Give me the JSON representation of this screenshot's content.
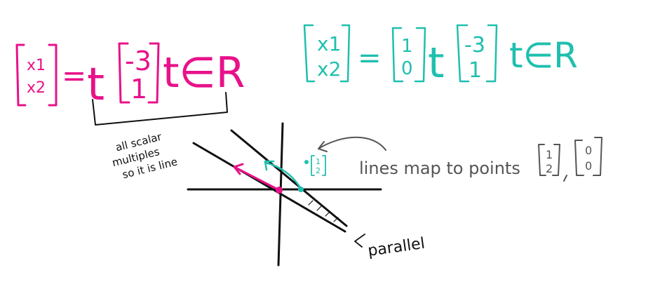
{
  "colors": {
    "pink": "#e8118a",
    "teal": "#1fbfae",
    "black": "#111111",
    "gray": "#555555",
    "background": "#ffffff"
  },
  "pink_equation": {
    "x1": "x1",
    "x2": "x2",
    "equals": "=",
    "t": "t",
    "v_top": "-3",
    "v_bottom": "1",
    "tail": "t∈R"
  },
  "teal_equation": {
    "x1": "x1",
    "x2": "x2",
    "equals": "=",
    "p_top": "1",
    "p_bottom": "0",
    "t": "t",
    "v_top": "-3",
    "v_bottom": "1",
    "tail": "t∈R"
  },
  "notes": {
    "scalar_line1": "all scalar",
    "scalar_line2": "multiples",
    "scalar_line3": "so it is line",
    "map_text": "lines map to points",
    "point_a_top": "1",
    "point_a_bottom": "2",
    "point_b_top": "0",
    "point_b_bottom": "0",
    "parallel_label": "parallel",
    "dot_label_top": "1",
    "dot_label_bottom": "2"
  }
}
